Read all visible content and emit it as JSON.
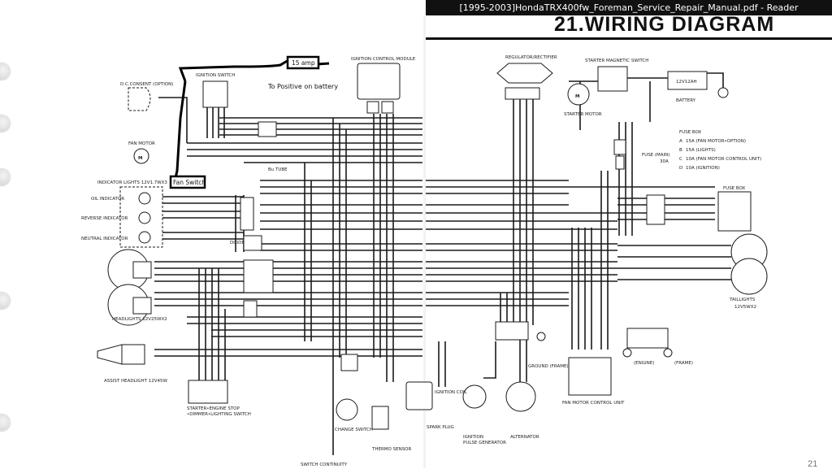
{
  "window": {
    "title": "[1995-2003]HondaTRX400fw_Foreman_Service_Repair_Manual.pdf - Reader"
  },
  "heading": "21.WIRING DIAGRAM",
  "page_number": "21",
  "annotations": {
    "amp": "15 amp",
    "positive": "To Positive on battery",
    "fan_switch": "Fan Switch"
  },
  "left_labels": {
    "ignition_switch": "IGNITION SWITCH",
    "dc_consent": "D.C.CONSENT (OPTION)",
    "ignition_control_module": "IGNITION CONTROL MODULE",
    "fan_motor": "FAN MOTOR",
    "indicator_lights": "INDICATOR LIGHTS 12V1.7WX3",
    "oil": "OIL INDICATOR",
    "reverse": "REVERSE INDICATOR",
    "neutral": "NEUTRAL INDICATOR",
    "diode": "DIODE",
    "headlights": "HEADLIGHTS 12V25WX2",
    "assist_headlight": "ASSIST HEADLIGHT 12V45W",
    "starter_switch_1": "STARTER•ENGINE STOP",
    "starter_switch_2": "•DIMMER•LIGHTING SWITCH",
    "change_switch": "CHANGE SWITCH",
    "thermo_sensor": "THERMO SENSOR",
    "spark_plug": "SPARK PLUG",
    "ignition_coil": "IGNITION COIL",
    "switch_continuity": "SWITCH CONTINUITY",
    "bu_tube": "Bu TUBE"
  },
  "right_labels": {
    "regulator": "REGULATOR/RECTIFIER",
    "starter_magnetic": "STARTER MAGNETIC SWITCH",
    "battery": "BATTERY",
    "battery_spec": "12V12AH",
    "starter_motor": "STARTER MOTOR",
    "fuse_main": "FUSE (MAIN)",
    "fuse_main_val": "30A",
    "fuse_box_title": "FUSE BOX",
    "fuse_box": "FUSE BOX",
    "taillights": "TAILLIGHTS",
    "taillights_spec": "12V5WX2",
    "ground_frame": "GROUND (FRAME)",
    "engine": "(ENGINE)",
    "frame": "(FRAME)",
    "fan_motor_unit": "FAN MOTOR CONTROL UNIT",
    "pulse_1": "IGNITION",
    "pulse_2": "PULSE GENERATOR",
    "alternator": "ALTERNATOR",
    "motor_letter": "M"
  },
  "fuses": [
    {
      "letter": "A",
      "text": "15A (FAN MOTOR•OPTION)"
    },
    {
      "letter": "B",
      "text": "15A (LIGHTS)"
    },
    {
      "letter": "C",
      "text": "10A (FAN MOTOR CONTROL UNIT)"
    },
    {
      "letter": "D",
      "text": "10A (IGNITION)"
    }
  ],
  "colors": {
    "ink": "#1a1a1a",
    "marker": "#000000",
    "titlebar": "#111111"
  }
}
